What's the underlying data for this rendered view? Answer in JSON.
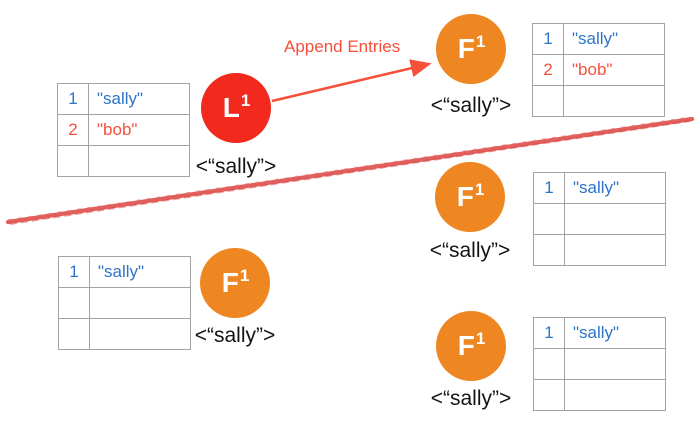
{
  "arrow": {
    "label": "Append Entries",
    "color": "#f4503a"
  },
  "divider": {
    "color": "#dc4a46"
  },
  "nodes": {
    "leader": {
      "letter": "L",
      "term": "1",
      "message": "<“sally”>",
      "color": "#f22a1e"
    },
    "follower_top": {
      "letter": "F",
      "term": "1",
      "message": "<“sally”>",
      "color": "#ee8722"
    },
    "follower_mid": {
      "letter": "F",
      "term": "1",
      "message": "<“sally”>",
      "color": "#ee8722"
    },
    "follower_bottom_left": {
      "letter": "F",
      "term": "1",
      "message": "<“sally”>",
      "color": "#ee8722"
    },
    "follower_bottom_right": {
      "letter": "F",
      "term": "1",
      "message": "<“sally”>",
      "color": "#ee8722"
    }
  },
  "logs": {
    "leader": {
      "rows": [
        {
          "idx": "1",
          "val": "\"sally\""
        },
        {
          "idx": "2",
          "val": "\"bob\""
        },
        {
          "idx": "",
          "val": ""
        }
      ]
    },
    "follower_top": {
      "rows": [
        {
          "idx": "1",
          "val": "\"sally\""
        },
        {
          "idx": "2",
          "val": "\"bob\""
        },
        {
          "idx": "",
          "val": ""
        }
      ]
    },
    "follower_mid": {
      "rows": [
        {
          "idx": "1",
          "val": "\"sally\""
        },
        {
          "idx": "",
          "val": ""
        },
        {
          "idx": "",
          "val": ""
        }
      ]
    },
    "follower_bottom_left": {
      "rows": [
        {
          "idx": "1",
          "val": "\"sally\""
        },
        {
          "idx": "",
          "val": ""
        },
        {
          "idx": "",
          "val": ""
        }
      ]
    },
    "follower_bottom_right": {
      "rows": [
        {
          "idx": "1",
          "val": "\"sally\""
        },
        {
          "idx": "",
          "val": ""
        },
        {
          "idx": "",
          "val": ""
        }
      ]
    }
  },
  "colors": {
    "log_index_blue": "#2d74c9",
    "log_entry_red": "#f3513d",
    "table_border": "#a3a3a3",
    "message_text": "#141414"
  }
}
